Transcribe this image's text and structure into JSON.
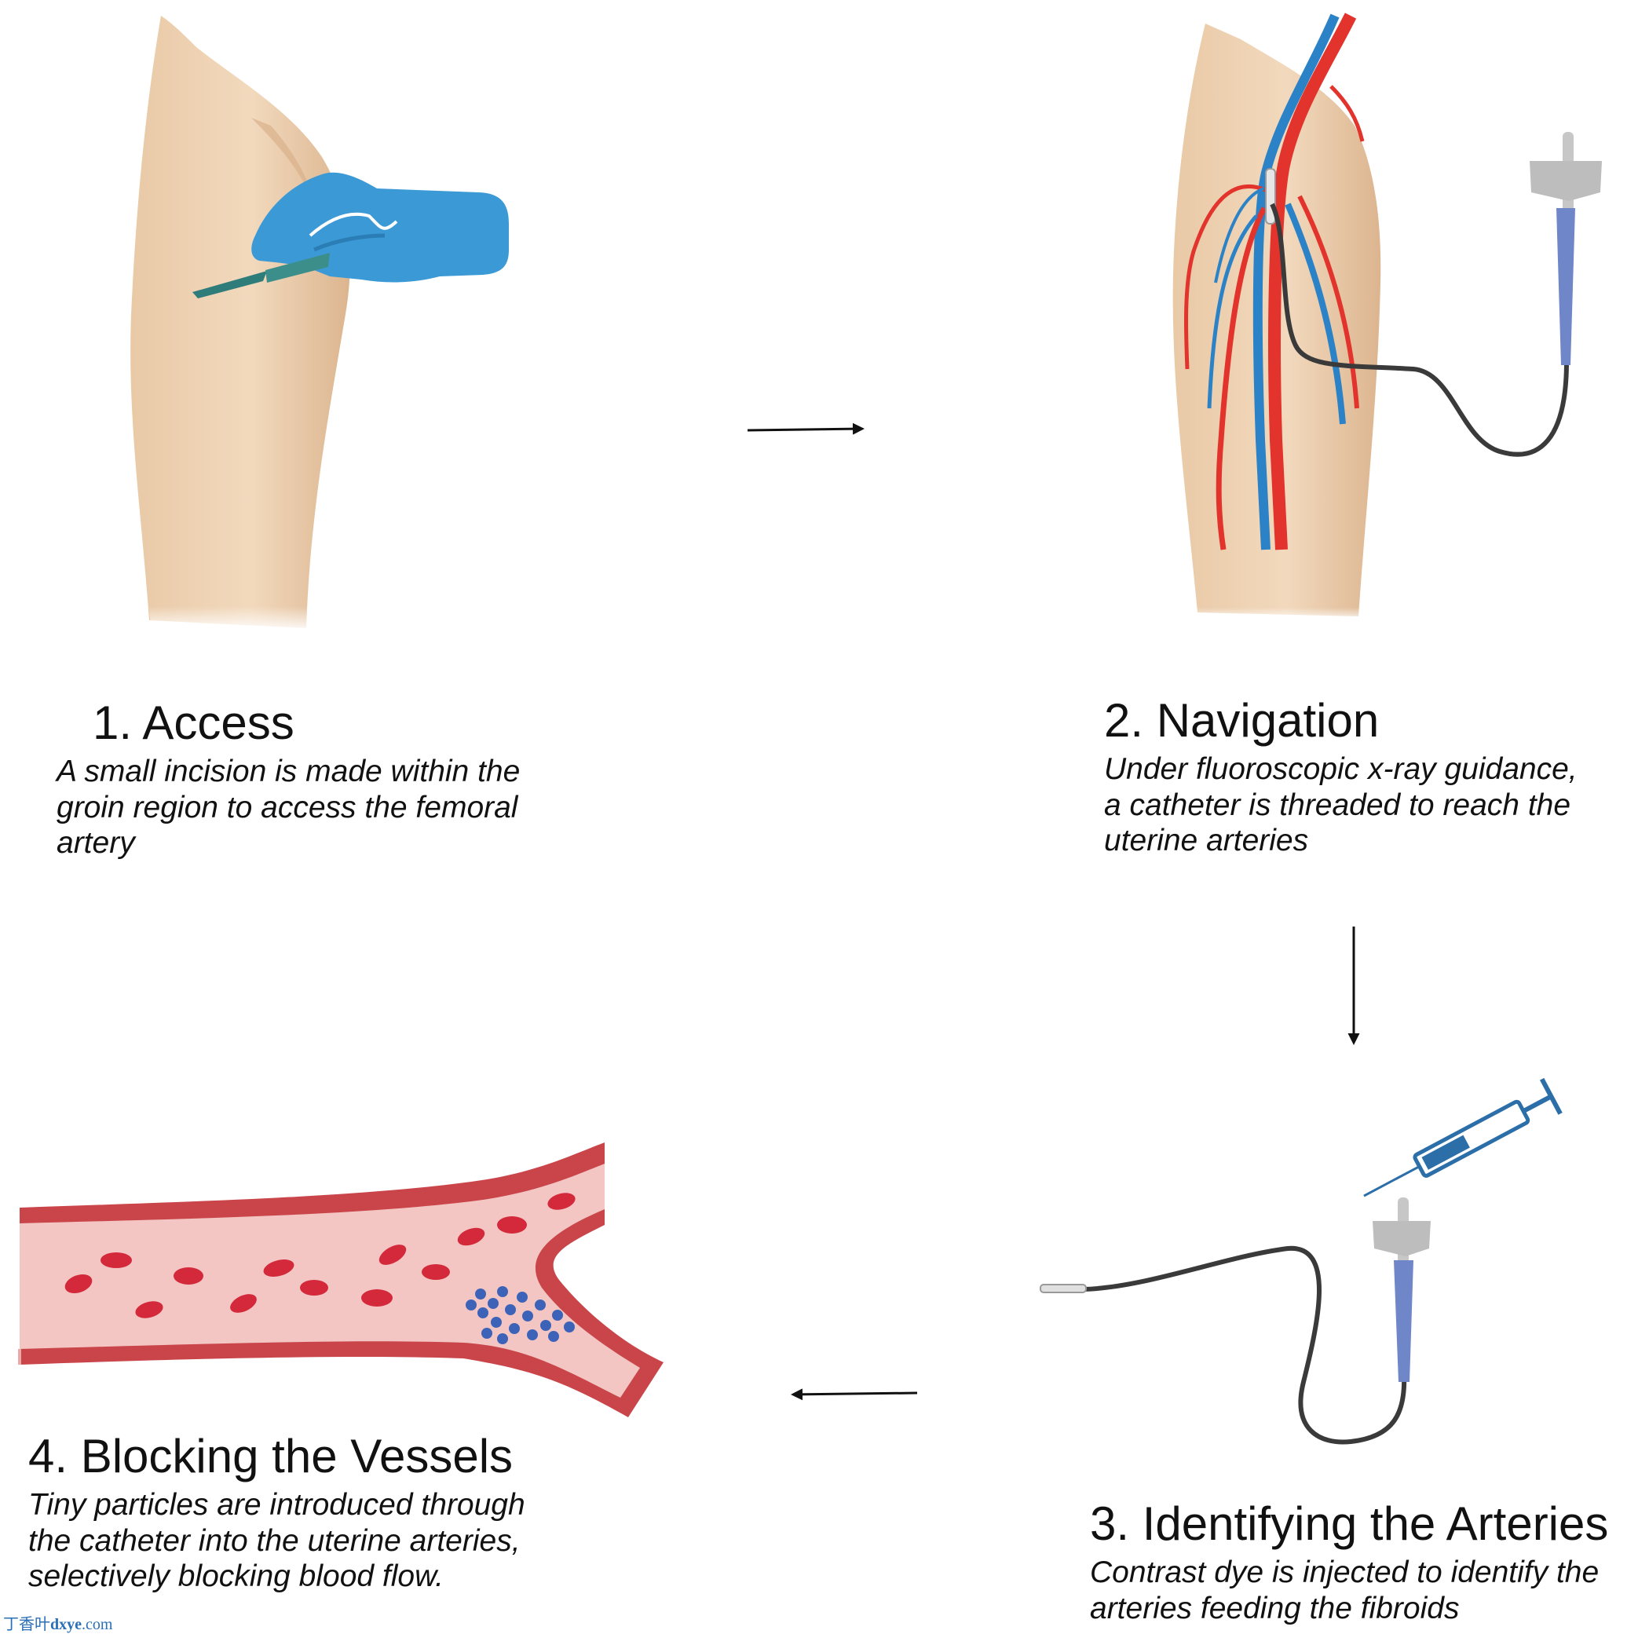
{
  "steps": [
    {
      "title": "1.  Access",
      "description": "A small incision is made within the groin region to access the femoral artery"
    },
    {
      "title": "2. Navigation",
      "description": "Under fluoroscopic x-ray guidance, a catheter is threaded to reach the uterine arteries"
    },
    {
      "title": "3. Identifying the Arteries",
      "description": "Contrast dye is injected to identify the arteries feeding the fibroids"
    },
    {
      "title": "4. Blocking the Vessels",
      "description": "Tiny particles are introduced through the catheter into the uterine arteries, selectively blocking blood flow."
    }
  ],
  "icons": [
    "thigh-illustration",
    "gloved-hand-icon",
    "scalpel-icon",
    "leg-vessels-illustration",
    "catheter-icon",
    "syringe-icon",
    "blood-vessel-illustration",
    "embolic-particles-icon",
    "arrow-right-icon",
    "arrow-down-icon",
    "arrow-left-icon"
  ],
  "colors": {
    "skin": "#efd3b5",
    "skin_shadow": "#d9b48f",
    "glove": "#3b9ad6",
    "artery": "#e2332c",
    "vein": "#2b82c6",
    "catheter_body": "#6f86c8",
    "vessel_wall": "#c9454a",
    "vessel_lumen": "#f3c6c4",
    "red_cell": "#d3293a",
    "particle": "#3d63b8"
  },
  "watermark": {
    "cn": "丁香叶",
    "site": "dxye",
    "tld": ".com"
  }
}
